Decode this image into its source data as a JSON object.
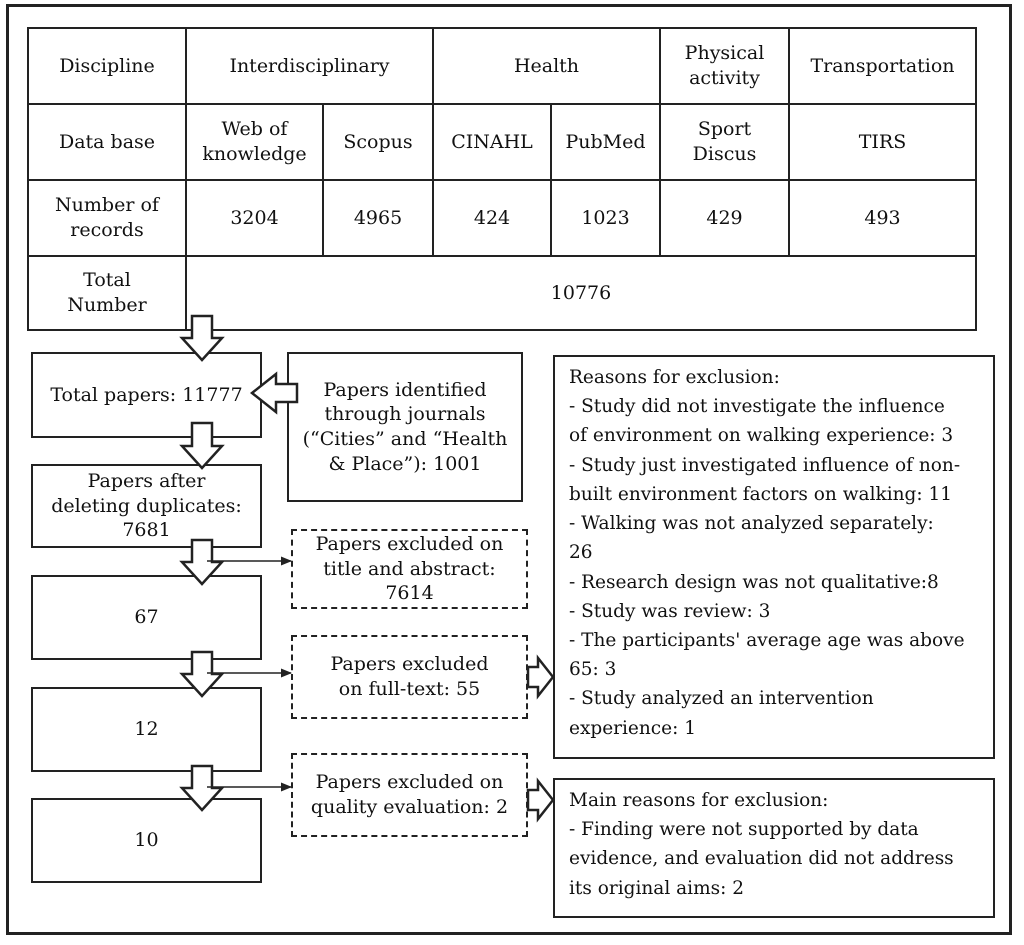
{
  "table": {
    "row1": {
      "label": "Discipline",
      "cells": [
        "Interdisciplinary",
        "Health",
        "Physical activity",
        "Transportation"
      ]
    },
    "row2": {
      "label": "Data base",
      "cells": [
        "Web of knowledge",
        "Scopus",
        "CINAHL",
        "PubMed",
        "Sport Discus",
        "TIRS"
      ]
    },
    "row3": {
      "label": "Number of records",
      "cells": [
        "3204",
        "4965",
        "424",
        "1023",
        "429",
        "493"
      ]
    },
    "row4": {
      "label": "Total Number",
      "value": "10776"
    }
  },
  "flow": {
    "total_papers": "Total papers: 11777",
    "journals": "Papers identified through journals (“Cities” and “Health & Place”): 1001",
    "after_duplicates": "Papers after deleting duplicates: 7681",
    "excluded_title": "Papers excluded on title and abstract: 7614",
    "step_67": "67",
    "excluded_fulltext": "Papers excluded on full-text: 55",
    "step_12": "12",
    "excluded_quality": "Papers excluded on quality evaluation: 2",
    "step_10": "10"
  },
  "reasons": {
    "lines": [
      "Reasons for exclusion:",
      "- Study did not investigate the influence",
      "of environment on walking experience: 3",
      "- Study just investigated influence of non-",
      "built environment factors on walking: 11",
      "- Walking was not analyzed separately:",
      "26",
      "- Research design was not qualitative:8",
      "- Study was review: 3",
      "- The participants' average age was above",
      "65: 3",
      "- Study analyzed an intervention",
      "experience: 1"
    ]
  },
  "main_reasons": {
    "lines": [
      "Main reasons for exclusion:",
      "- Finding were not supported by data",
      "evidence, and evaluation did not address",
      "its original aims: 2"
    ]
  }
}
